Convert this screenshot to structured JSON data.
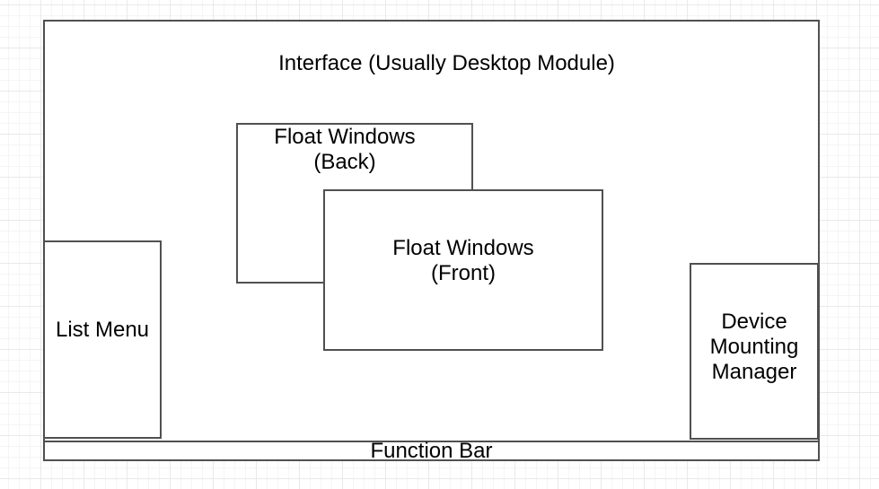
{
  "canvas": {
    "background_color": "#ffffff",
    "grid_minor_color": "#f5f5f5",
    "grid_major_color": "#e9e9e9"
  },
  "diagram": {
    "stroke_color": "#505050",
    "text_color": "#000000",
    "interface": {
      "label": "Interface (Usually Desktop Module)"
    },
    "float_window_back": {
      "label": "Float Windows\n(Back)"
    },
    "float_window_front": {
      "label": "Float Windows\n(Front)"
    },
    "list_menu": {
      "label": "List Menu"
    },
    "device_mounting_manager": {
      "label": "Device\nMounting\nManager"
    },
    "function_bar": {
      "label": "Function Bar"
    }
  }
}
